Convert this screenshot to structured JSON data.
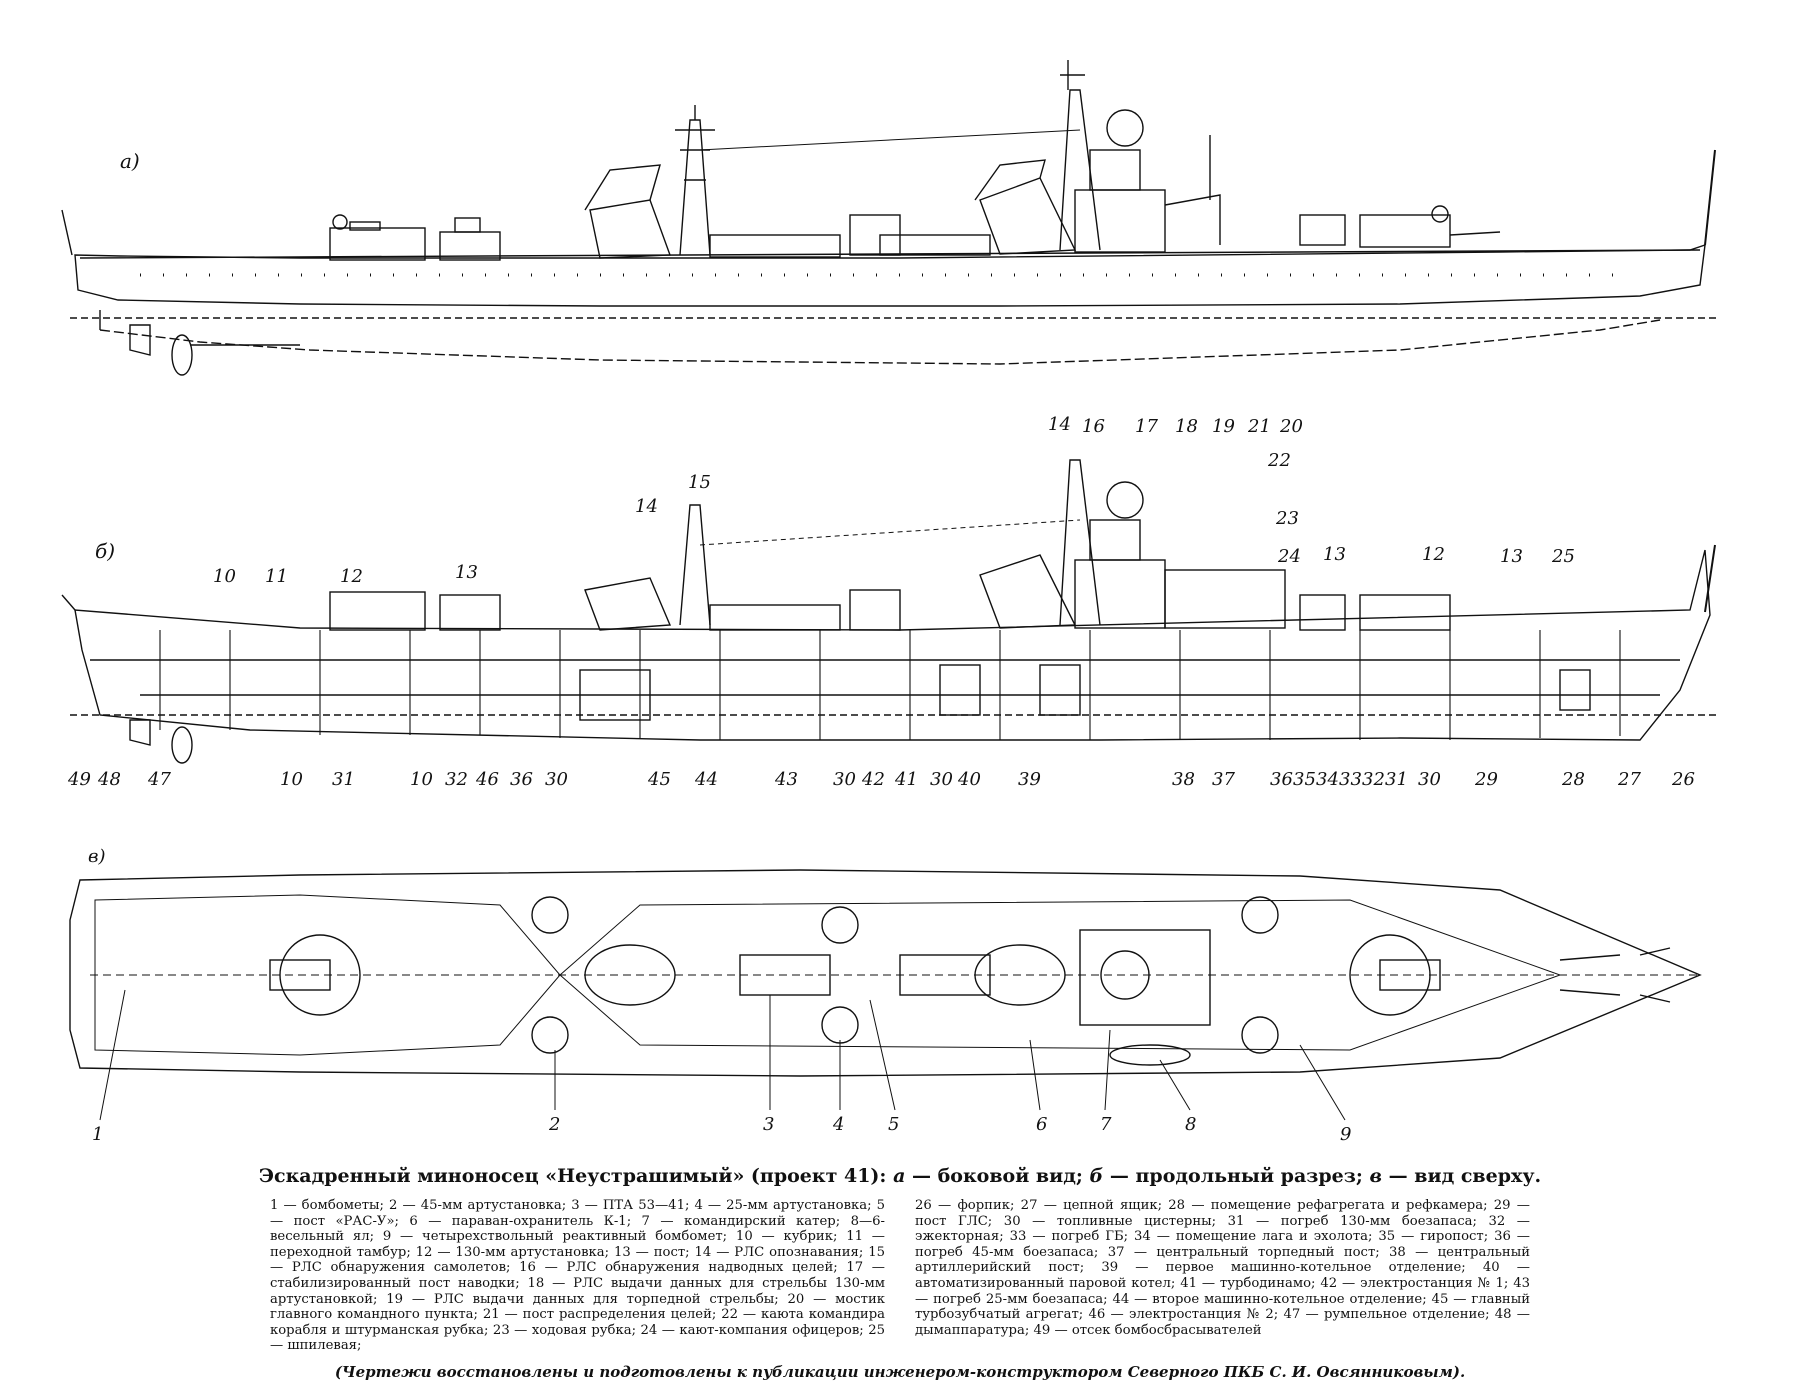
{
  "views": {
    "side_label": "а)",
    "section_label": "б)",
    "top_label": "в)"
  },
  "section_callouts": [
    "14",
    "16",
    "17",
    "18",
    "19",
    "21",
    "20",
    "22",
    "23",
    "24",
    "13",
    "12",
    "13",
    "25",
    "15",
    "14",
    "10",
    "11",
    "12",
    "13",
    "49",
    "48",
    "47",
    "10",
    "31",
    "10",
    "32",
    "46",
    "36",
    "30",
    "45",
    "44",
    "43",
    "30",
    "42",
    "41",
    "30",
    "40",
    "39",
    "38",
    "37",
    "36",
    "35",
    "34",
    "33",
    "32",
    "31",
    "30",
    "29",
    "28",
    "27",
    "26"
  ],
  "top_callouts": [
    "1",
    "2",
    "3",
    "4",
    "5",
    "6",
    "7",
    "8",
    "9"
  ],
  "caption": {
    "title": "Эскадренный миноносец «Неустрашимый» (проект 41):",
    "a": "а",
    "a_text": "— боковой вид;",
    "b": "б",
    "b_text": "— продольный разрез;",
    "v": "в",
    "v_text": "— вид сверху."
  },
  "legend": {
    "col1": "1 — бомбометы; 2 — 45-мм артустановка; 3 — ПТА 53—41; 4 — 25-мм артустановка; 5 — пост «РАС-У»; 6 — параван-охранитель К-1; 7 — командирский катер; 8—6-весельный ял; 9 — четырехствольный реактивный бомбомет; 10 — кубрик; 11 — переходной тамбур; 12 — 130-мм артустановка; 13 — пост; 14 — РЛС опознавания; 15 — РЛС обнаружения самолетов; 16 — РЛС обнаружения надводных целей; 17 — стабилизированный пост наводки; 18 — РЛС выдачи данных для стрельбы 130-мм артустановкой; 19 — РЛС выдачи данных для торпедной стрельбы; 20 — мостик главного командного пункта; 21 — пост распределения целей; 22 — каюта командира корабля и штурманская рубка; 23 — ходовая рубка; 24 — кают-компания офицеров; 25 — шпилевая;",
    "col2": "26 — форпик; 27 — цепной ящик; 28 — помещение рефагрегата и рефкамера; 29 — пост ГЛС; 30 — топливные цистерны; 31 — погреб 130-мм боезапаса; 32 — эжекторная; 33 — погреб ГБ; 34 — помещение лага и эхолота; 35 — гиропост; 36 — погреб 45-мм боезапаса; 37 — центральный торпедный пост; 38 — центральный артиллерийский пост; 39 — первое машинно-котельное отделение; 40 — автоматизированный паровой котел; 41 — турбодинамо; 42 — электростанция № 1; 43 — погреб 25-мм боезапаса; 44 — второе машинно-котельное отделение; 45 — главный турбозубчатый агрегат; 46 — электростанция № 2; 47 — румпельное отделение; 48 — дымаппаратура; 49 — отсек бомбосбрасывателей"
  },
  "credit": "(Чертежи восстановлены и подготовлены к публикации инженером-конструктором Северного ПКБ С. И. Овсянниковым)."
}
